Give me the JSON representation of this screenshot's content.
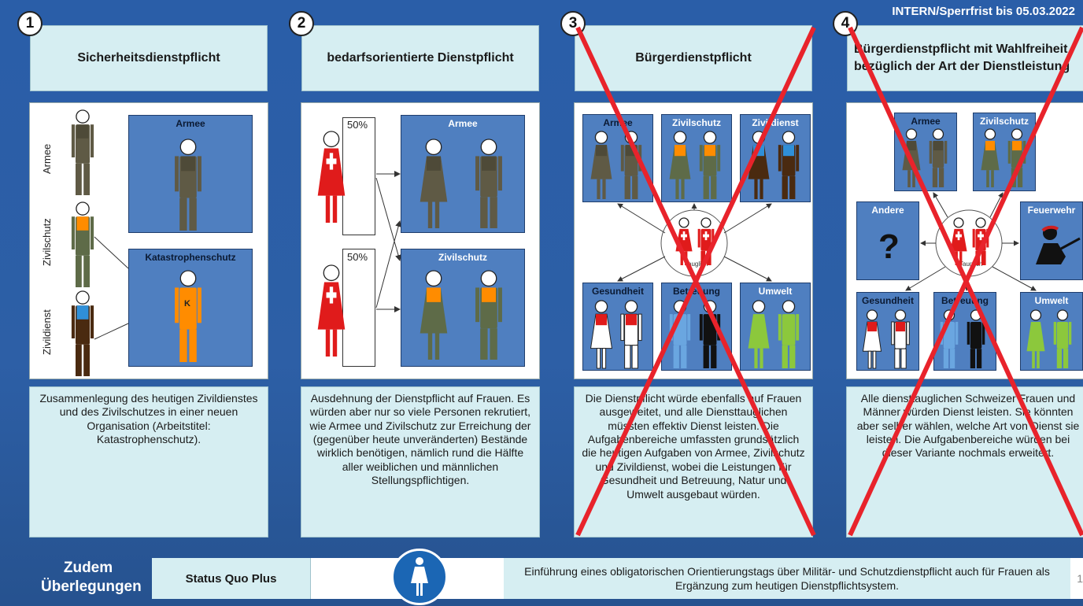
{
  "banner": "INTERN/Sperrfrist bis 05.03.2022",
  "columns": [
    {
      "number": "1",
      "title": "Sicherheitsdienstpflicht",
      "rows": [
        "Armee",
        "Zivilschutz",
        "Zivildienst"
      ],
      "boxes": [
        "Armee",
        "Katastrophenschutz"
      ],
      "badge": "K",
      "description": "Zusammenlegung des heutigen Zivildienstes und des Zivilschutzes in einer neuen Organisation (Arbeitstitel: Katastrophenschutz)."
    },
    {
      "number": "2",
      "title": "bedarfsorientierte Dienstpflicht",
      "percent_top": "50%",
      "percent_bottom": "50%",
      "boxes": [
        "Armee",
        "Zivilschutz"
      ],
      "description": "Ausdehnung der Dienstpflicht auf Frauen. Es würden aber nur so viele Personen rekrutiert, wie Armee und Zivilschutz zur Erreichung der (gegenüber heute unveränderten) Bestände wirklich benötigen, nämlich rund die Hälfte aller weiblichen und männlichen Stellungspflichtigen."
    },
    {
      "number": "3",
      "title": "Bürgerdienstpflicht",
      "boxes": [
        "Armee",
        "Zivilschutz",
        "Zivildienst",
        "Gesundheit",
        "Betreuung",
        "Umwelt"
      ],
      "center_note": "Tauglich",
      "description": "Die Dienstpflicht würde ebenfalls auf Frauen ausgeweitet, und alle Diensttauglichen müssten effektiv Dienst leisten. Die Aufgabenbereiche umfassten grundsätzlich die heutigen Aufgaben von Armee, Zivilschutz und Zivildienst, wobei die Leistungen für Gesundheit und Betreuung, Natur und Umwelt ausgebaut würden."
    },
    {
      "number": "4",
      "title": "Bürgerdienstpflicht mit Wahlfreiheit bezüglich der Art der Dienstleistung",
      "boxes": [
        "Armee",
        "Zivilschutz",
        "Andere",
        "Feuerwehr",
        "Gesundheit",
        "Betreuung",
        "Umwelt"
      ],
      "question": "?",
      "center_note": "Tauglich",
      "description": "Alle diensttauglichen Schweizer Frauen und Männer würden Dienst leisten. Sie könnten aber selber wählen, welche Art von Dienst sie leisten. Die Aufgabenbereiche würden bei dieser Variante nochmals erweitert."
    }
  ],
  "footer": {
    "title": "Zudem Überlegungen",
    "status": "Status Quo Plus",
    "description": "Einführung eines obligatorischen Orientierungstags über Militär- und Schutzdienstpflicht auch für Frauen als Ergänzung zum heutigen Dienstpflichtsystem.",
    "page": "1"
  },
  "colors": {
    "background": "#2a5ea8",
    "panel": "#d6eef2",
    "box_blue": "#4f7fc0",
    "cross_red": "#e8232b",
    "red": "#e01b1b",
    "orange": "#ff8c00",
    "olive": "#5e6b48",
    "brown": "#4a2a10",
    "green": "#8cc83c",
    "light_blue": "#6aa6e0"
  }
}
